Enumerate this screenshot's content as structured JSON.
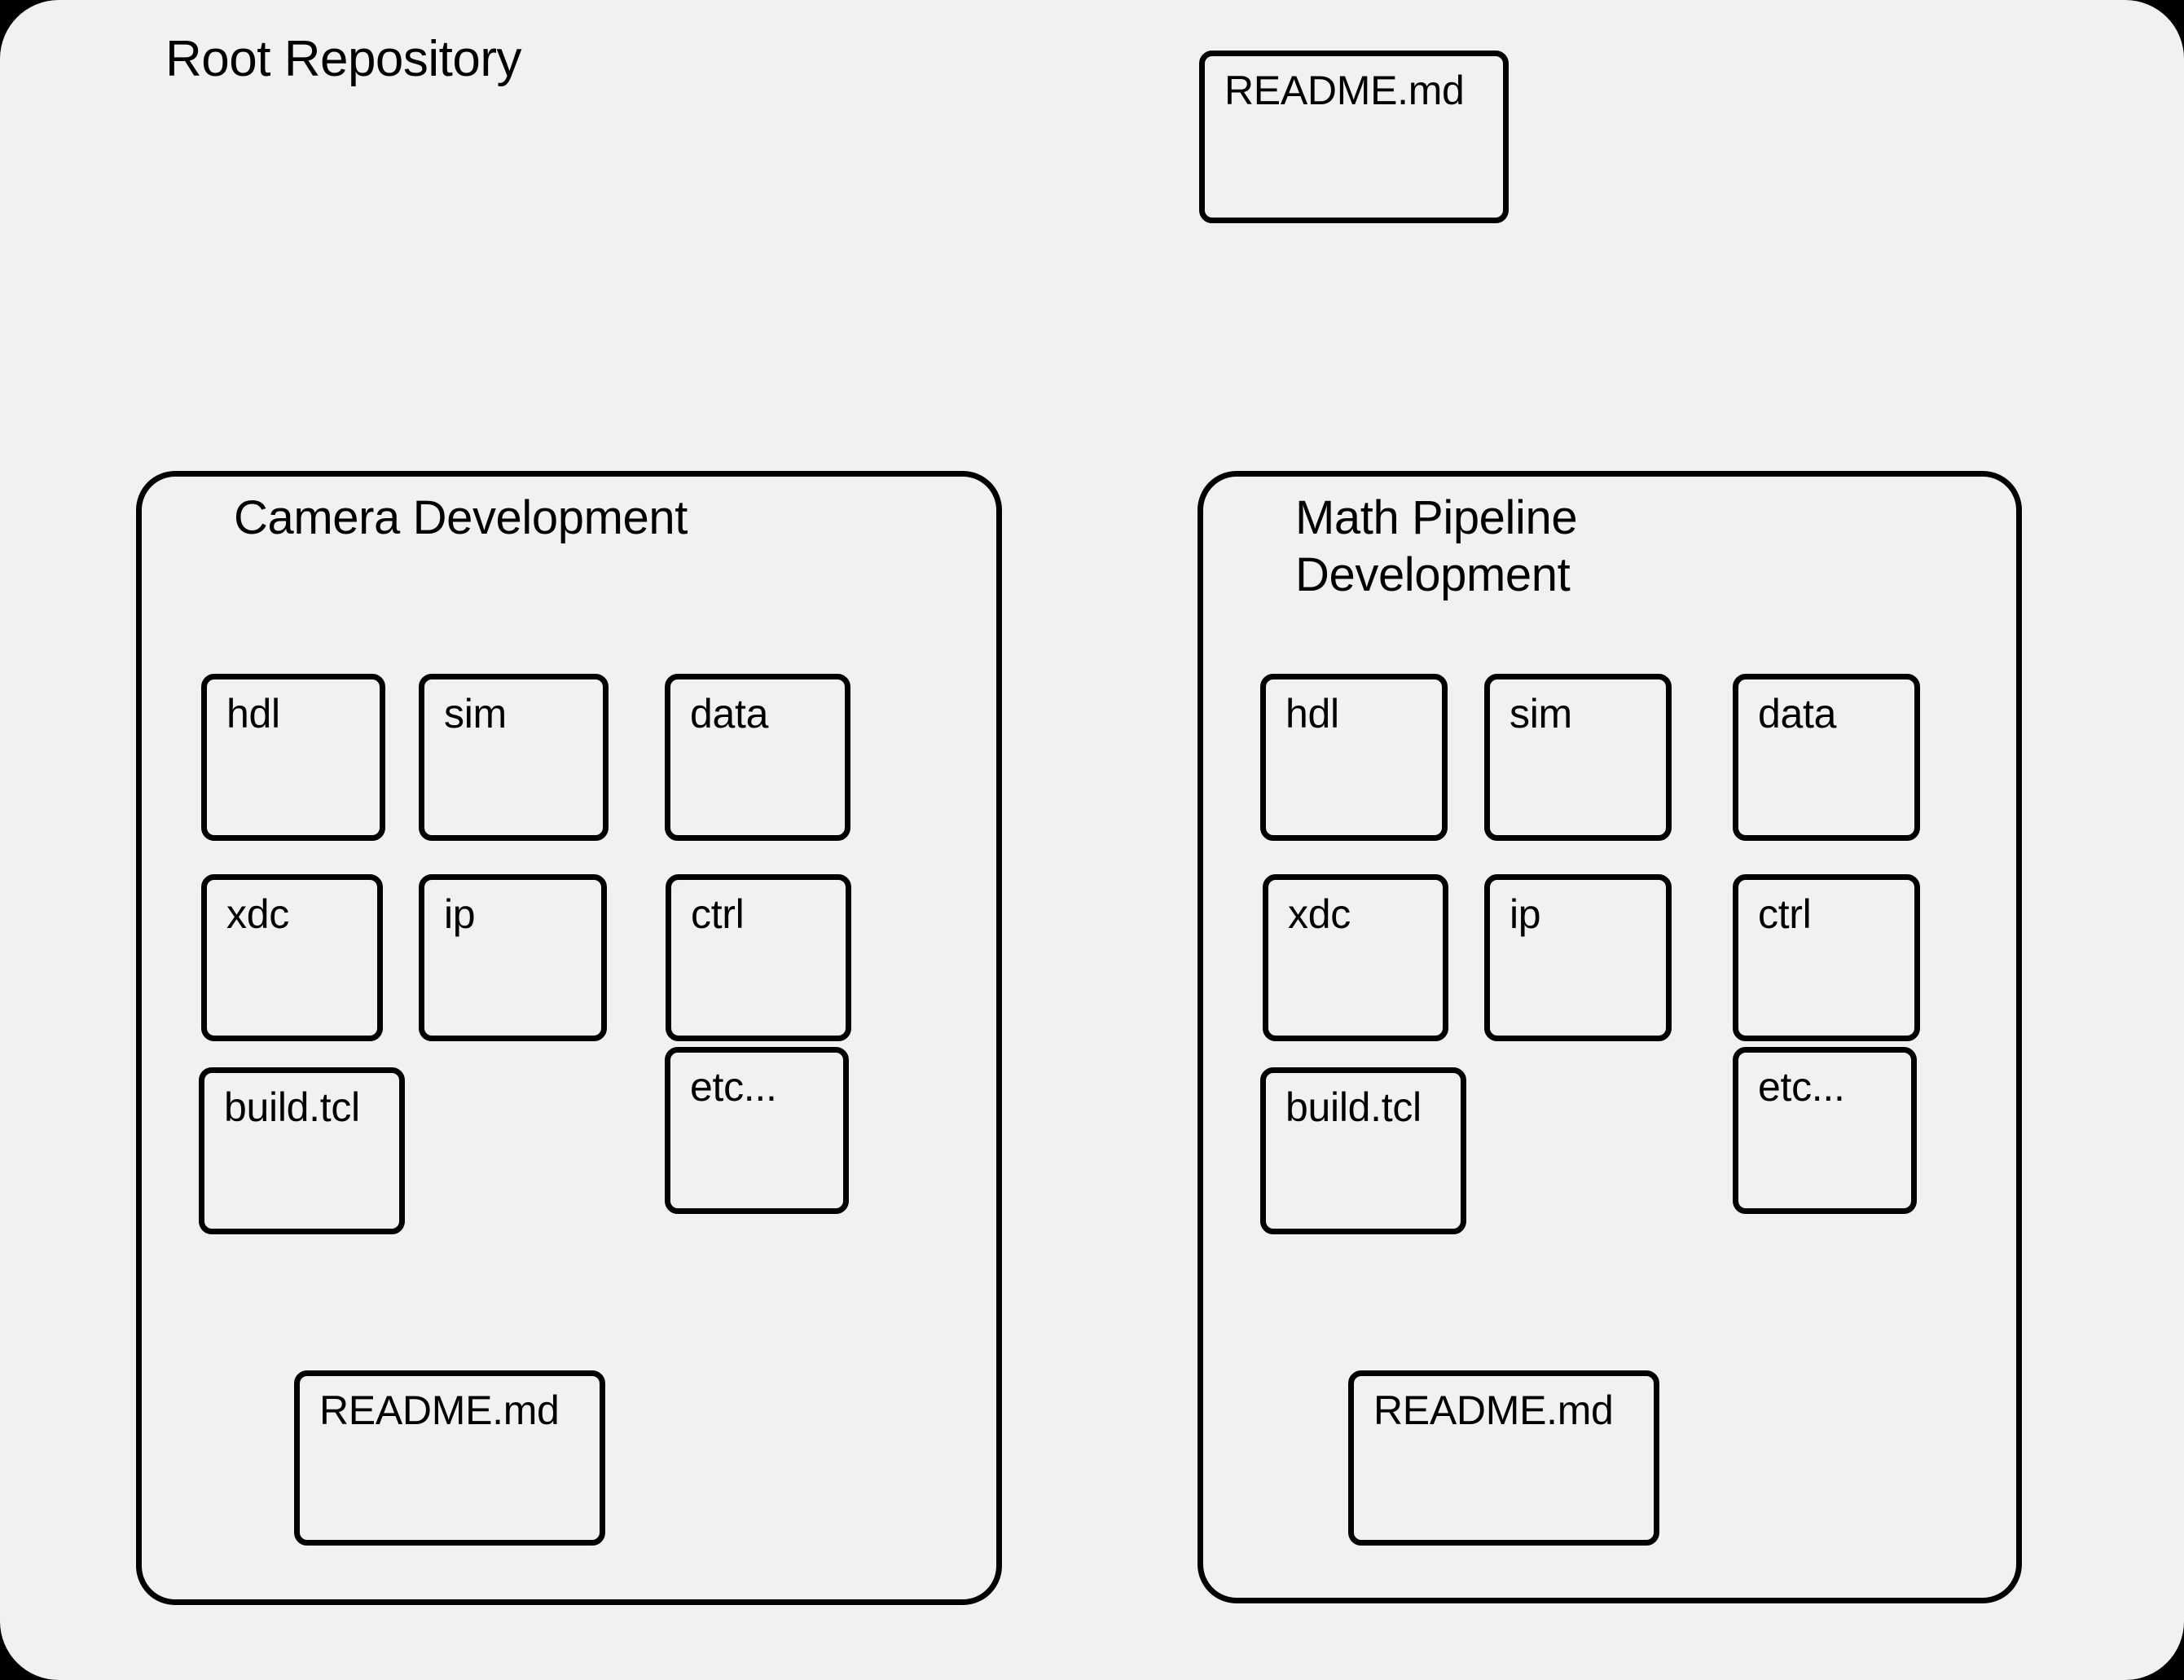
{
  "root": {
    "title": "Root Repository",
    "readme": {
      "label": "README.md"
    }
  },
  "panels": [
    {
      "id": "camera",
      "title_lines": [
        "Camera Development"
      ],
      "nodes": [
        {
          "label": "hdl"
        },
        {
          "label": "sim"
        },
        {
          "label": "data"
        },
        {
          "label": "xdc"
        },
        {
          "label": "ip"
        },
        {
          "label": "ctrl"
        },
        {
          "label": "build.tcl"
        },
        {
          "label": "etc..."
        },
        {
          "label": "README.md"
        }
      ]
    },
    {
      "id": "math",
      "title_lines": [
        "Math Pipeline",
        "Development"
      ],
      "nodes": [
        {
          "label": "hdl"
        },
        {
          "label": "sim"
        },
        {
          "label": "data"
        },
        {
          "label": "xdc"
        },
        {
          "label": "ip"
        },
        {
          "label": "ctrl"
        },
        {
          "label": "build.tcl"
        },
        {
          "label": "etc..."
        },
        {
          "label": "README.md"
        }
      ]
    }
  ],
  "colors": {
    "background": "#000000",
    "surface": "#f1f1f1",
    "stroke": "#000000",
    "text": "#000000"
  }
}
